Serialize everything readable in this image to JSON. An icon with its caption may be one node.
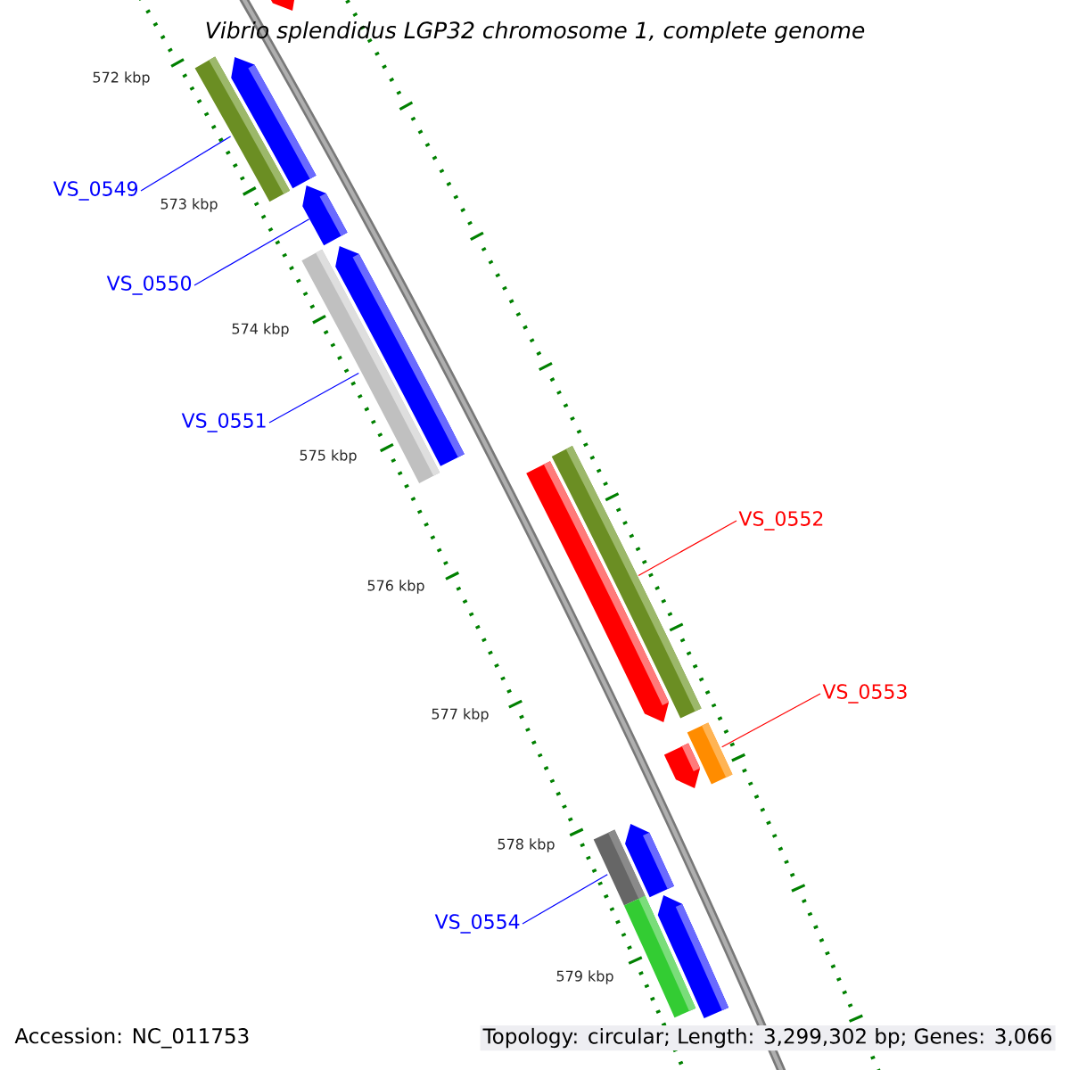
{
  "diagram": {
    "title": "Vibrio splendidus LGP32 chromosome 1, complete genome",
    "nodes": [
      {
        "text": [
          "VS_0549"
        ]
      },
      {
        "text": [
          "VS_0550"
        ]
      },
      {
        "text": [
          "VS_0551"
        ]
      },
      {
        "text": [
          "VS_0552"
        ]
      },
      {
        "text": [
          "VS_0553"
        ]
      },
      {
        "text": [
          "VS_0554"
        ]
      },
      {
        "text": [],
        "shape": "pentagon"
      },
      {
        "text": [],
        "shape": "pentagon"
      },
      {
        "text": [],
        "shape": "box"
      },
      {
        "text": [],
        "shape": "pentagon"
      },
      {
        "text": [],
        "shape": "pentagon"
      },
      {
        "text": [],
        "shape": "box"
      },
      {
        "text": [],
        "shape": "box"
      },
      {
        "text": [],
        "shape": "pentagon"
      },
      {
        "text": [],
        "shape": "box"
      },
      {
        "text": [],
        "shape": "pentagon"
      },
      {
        "text": [],
        "shape": "pentagon"
      },
      {
        "text": [],
        "shape": "box"
      },
      {
        "text": [],
        "shape": "pentagon"
      },
      {
        "text": [],
        "shape": "box"
      }
    ],
    "edges": [
      {
        "from": 0,
        "to": 8,
        "arrow": "none"
      },
      {
        "from": 1,
        "to": 9,
        "arrow": "none"
      },
      {
        "from": 2,
        "to": 11,
        "arrow": "none"
      },
      {
        "from": 3,
        "to": 12,
        "arrow": "none",
        "color": "#ff0000"
      },
      {
        "from": 4,
        "to": 14,
        "arrow": "none",
        "color": "#ff0000"
      },
      {
        "from": 5,
        "to": 17,
        "arrow": "none"
      }
    ],
    "labels": [
      "572 kbp",
      "573 kbp",
      "574 kbp",
      "575 kbp",
      "576 kbp",
      "577 kbp",
      "578 kbp",
      "579 kbp",
      "Accession: NC_011753",
      "Topology: circular; Length: 3,299,302 bp; Genes: 3,066"
    ]
  }
}
